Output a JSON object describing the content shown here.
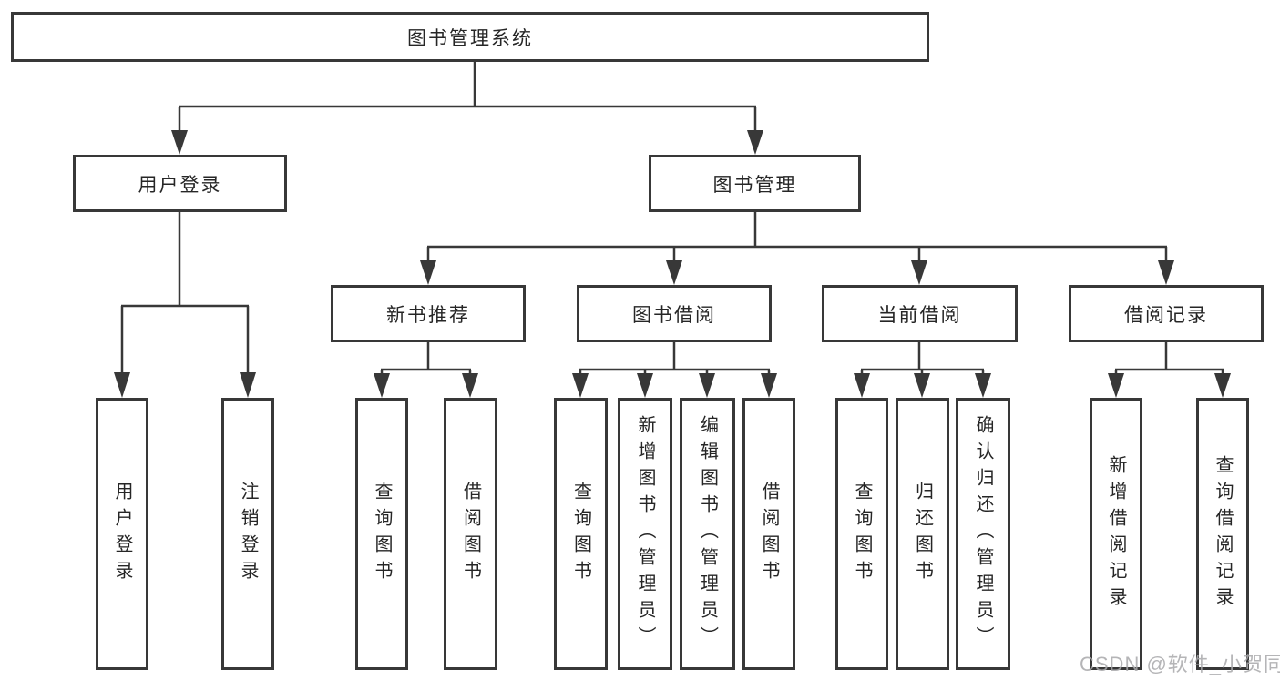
{
  "colors": {
    "line": "#383838",
    "box_border": "#383838",
    "box_fill": "#ffffff",
    "text": "#262626",
    "background": "#ffffff",
    "watermark": "#a8a8aa"
  },
  "watermark": {
    "text": "CSDN @软件_小贺同学"
  },
  "tree": {
    "root": {
      "label": "图书管理系统"
    },
    "user": {
      "label": "用户登录",
      "children": [
        {
          "label": "用户登录"
        },
        {
          "label": "注销登录"
        }
      ]
    },
    "management": {
      "label": "图书管理",
      "groups": [
        {
          "label": "新书推荐",
          "children": [
            {
              "label": "查询图书"
            },
            {
              "label": "借阅图书"
            }
          ]
        },
        {
          "label": "图书借阅",
          "children": [
            {
              "label": "查询图书"
            },
            {
              "label": "新增图书（管理员）"
            },
            {
              "label": "编辑图书（管理员）"
            },
            {
              "label": "借阅图书"
            }
          ]
        },
        {
          "label": "当前借阅",
          "children": [
            {
              "label": "查询图书"
            },
            {
              "label": "归还图书"
            },
            {
              "label": "确认归还（管理员）"
            }
          ]
        },
        {
          "label": "借阅记录",
          "children": [
            {
              "label": "新增借阅记录"
            },
            {
              "label": "查询借阅记录"
            }
          ]
        }
      ]
    }
  }
}
